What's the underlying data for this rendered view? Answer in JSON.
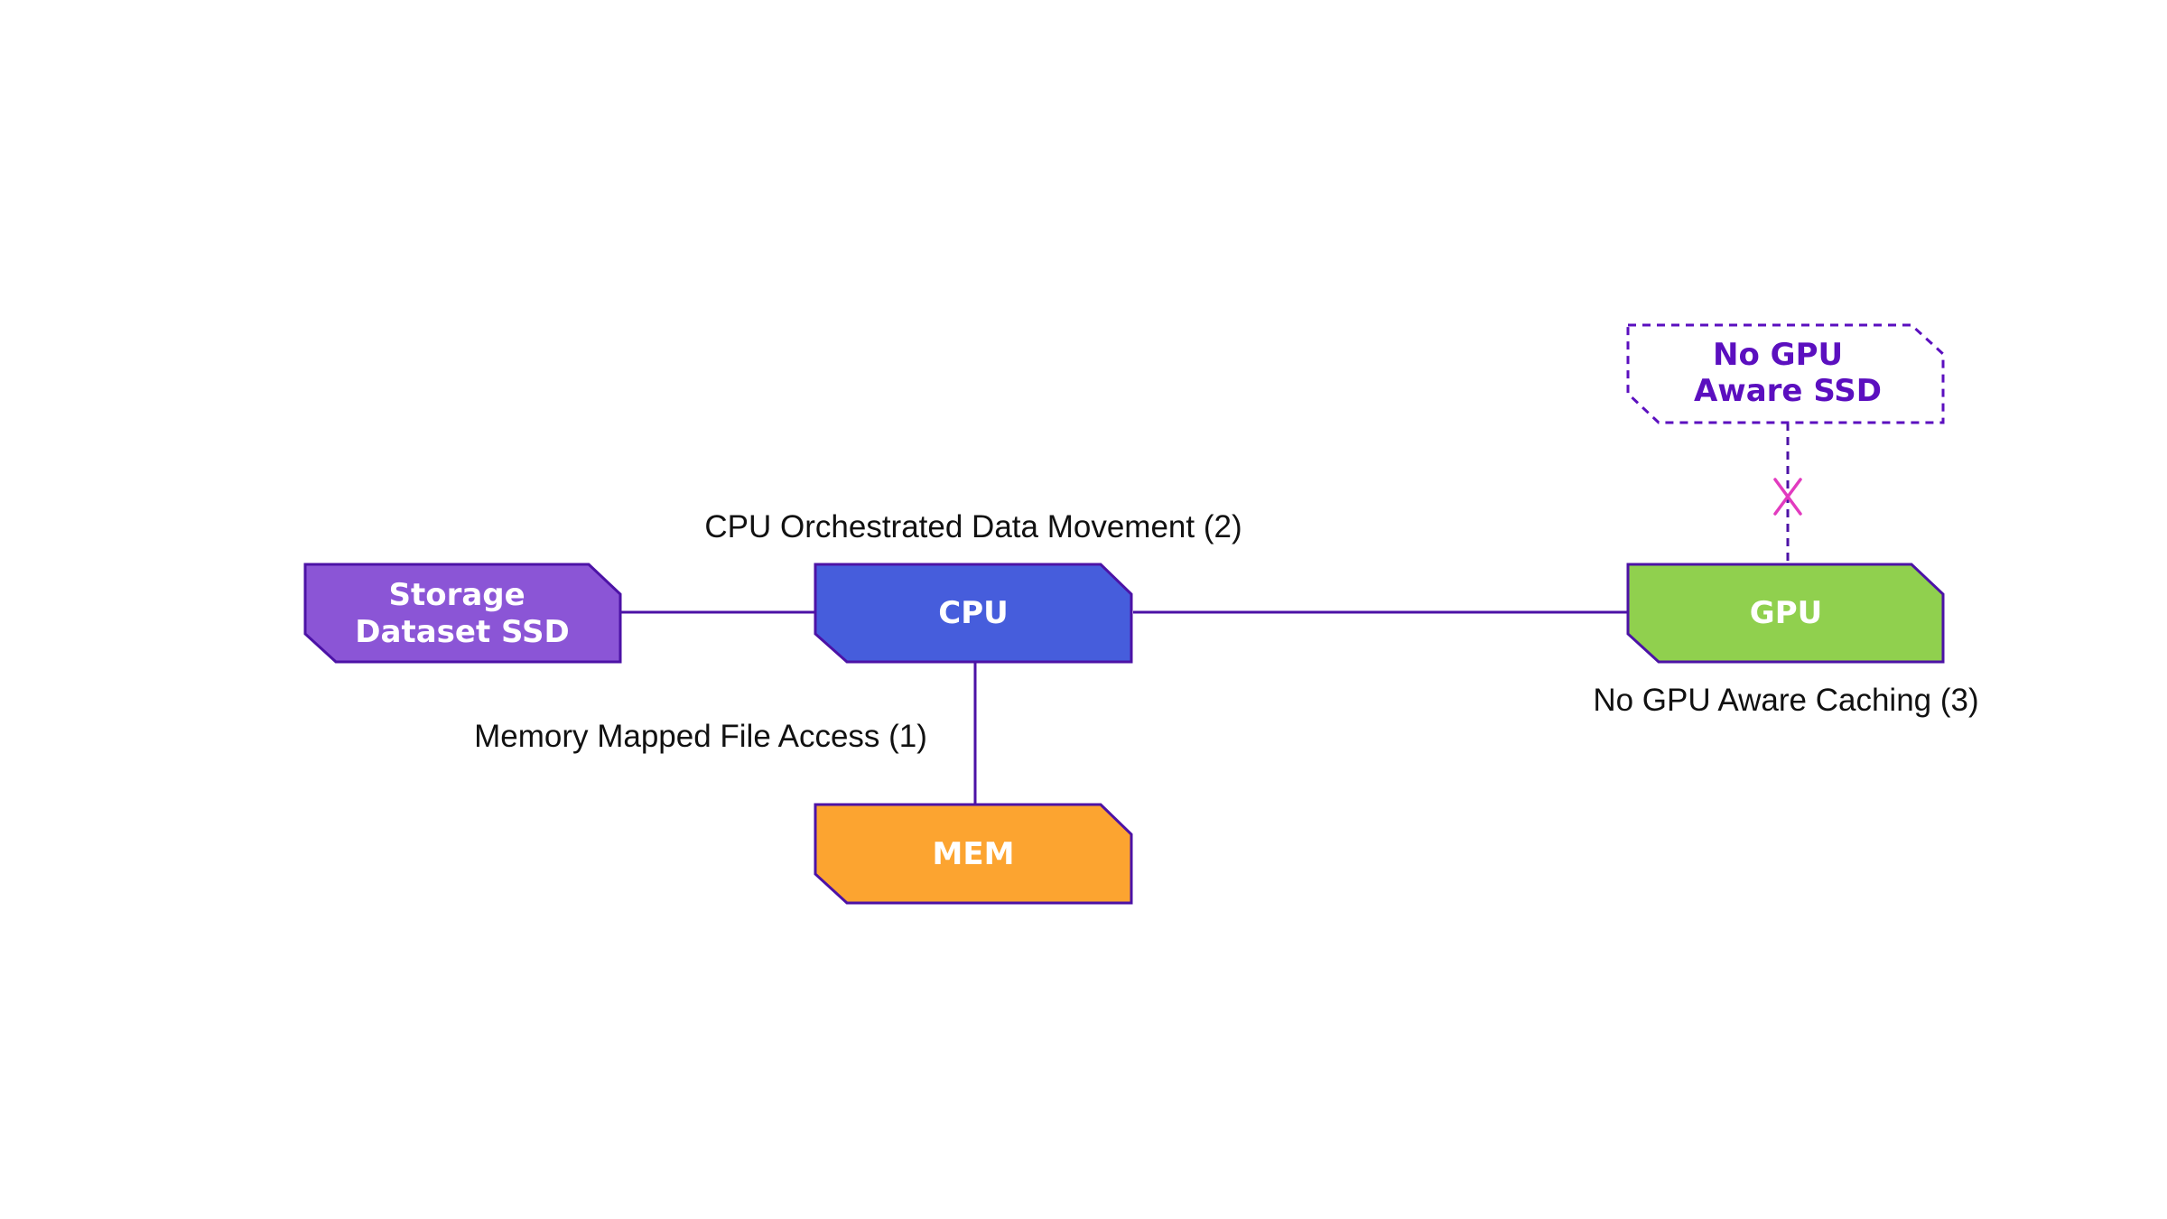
{
  "nodes": {
    "storage": {
      "label_line1": "Storage",
      "label_line2": "Dataset SSD",
      "fill": "#8b55d6"
    },
    "cpu": {
      "label": "CPU",
      "fill": "#465ddc"
    },
    "mem": {
      "label": "MEM",
      "fill": "#fca430"
    },
    "gpu": {
      "label": "GPU",
      "fill": "#90d04e"
    },
    "no_gpu_ssd": {
      "label_line1": "No GPU",
      "label_line2": "Aware SSD",
      "style": "dashed"
    }
  },
  "edges": {
    "storage_cpu": {
      "label": "CPU Orchestrated Data Movement (2)"
    },
    "cpu_mem": {
      "label": "Memory Mapped File Access (1)"
    },
    "gpu_cache": {
      "label": "No GPU Aware Caching (3)"
    },
    "gpu_ssd": {
      "style": "dashed",
      "blocked_marker": "x"
    }
  },
  "colors": {
    "outline": "#4c12a6",
    "blocked_marker": "#e23bbf",
    "ghost_text": "#5b0fbf"
  }
}
